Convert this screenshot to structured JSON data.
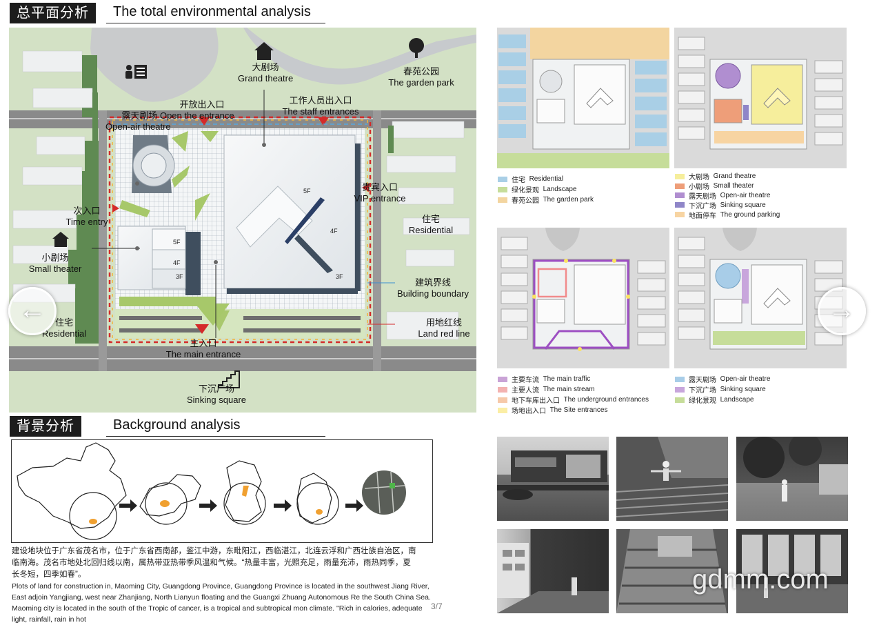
{
  "total_analysis": {
    "title_cn": "总平面分析",
    "title_en": "The total environmental analysis",
    "labels": {
      "grand_theatre_cn": "大剧场",
      "grand_theatre_en": "Grand theatre",
      "garden_park_cn": "春苑公园",
      "garden_park_en": "The garden park",
      "open_entrance_cn": "开放出入口",
      "open_air_cn": "露天剧场 Open the entrance",
      "open_air_en": "Open-air theatre",
      "staff_cn": "工作人员出入口",
      "staff_en": "The staff entrances",
      "vip_cn": "贵宾入口",
      "vip_en": "VIP entrance",
      "time_entry_cn": "次入口",
      "time_entry_en": "Time entry",
      "residential_right_cn": "住宅",
      "residential_right_en": "Residential",
      "small_theater_cn": "小剧场",
      "small_theater_en": "Small theater",
      "residential_left_cn": "住宅",
      "residential_left_en": "Residential",
      "building_boundary_cn": "建筑界线",
      "building_boundary_en": "Building boundary",
      "land_red_line_cn": "用地红线",
      "land_red_line_en": "Land red line",
      "main_entrance_cn": "主入口",
      "main_entrance_en": "The main entrance",
      "sinking_square_cn": "下沉广场",
      "sinking_square_en": "Sinking square",
      "floor_5f_a": "5F",
      "floor_4f_a": "4F",
      "floor_3f_a": "3F",
      "floor_5f_b": "5F",
      "floor_4f_b": "4F",
      "floor_3f_b": "3F"
    },
    "icons": [
      "people-list-icon",
      "house-icon",
      "tree-icon",
      "stairs-icon"
    ]
  },
  "legend_1": [
    {
      "cn": "住宅",
      "en": "Residential",
      "color": "#a9cfe6"
    },
    {
      "cn": "绿化景观",
      "en": "Landscape",
      "color": "#c6dd9a"
    },
    {
      "cn": "春苑公园",
      "en": "The garden park",
      "color": "#f3d5a0"
    }
  ],
  "legend_2": [
    {
      "cn": "大剧场",
      "en": "Grand theatre",
      "color": "#f6ee9c"
    },
    {
      "cn": "小剧场",
      "en": "Small theater",
      "color": "#ee9e79"
    },
    {
      "cn": "露天剧场",
      "en": "Open-air theatre",
      "color": "#b08ed0"
    },
    {
      "cn": "下沉广场",
      "en": "Sinking square",
      "color": "#8f86c8"
    },
    {
      "cn": "地面停车",
      "en": "The ground parking",
      "color": "#f7d4a2"
    }
  ],
  "legend_3": [
    {
      "cn": "主要车流",
      "en": "The main traffic",
      "color": "#c9a3d6"
    },
    {
      "cn": "主要人流",
      "en": "The main stream",
      "color": "#f3b2b0"
    },
    {
      "cn": "地下车库出入口",
      "en": "The underground entrances",
      "color": "#f6c9a9"
    },
    {
      "cn": "场地出入口",
      "en": "The Site entrances",
      "color": "#fbeea5"
    }
  ],
  "legend_4": [
    {
      "cn": "露天剧场",
      "en": "Open-air theatre",
      "color": "#a8cde8"
    },
    {
      "cn": "下沉广场",
      "en": "Sinking square",
      "color": "#c8a6dc"
    },
    {
      "cn": "绿化景观",
      "en": "Landscape",
      "color": "#c6dd9a"
    }
  ],
  "background": {
    "title_cn": "背景分析",
    "title_en": "Background analysis",
    "para_cn": "建设地块位于广东省茂名市，位于广东省西南部，鉴江中游，东毗阳江，西临湛江，北连云浮和广西壮族自治区，南临南海。茂名市地处北回归线以南，属热带亚热带季风温和气候。“热量丰富，光照充足，雨量充沛，雨热同季，夏长冬短，四季如春”。",
    "para_en": "Plots of land for construction in, Maoming City, Guangdong Province, Guangdong Province is located in the southwest Jiang River, East adjoin Yangjiang, west near Zhanjiang, North Lianyun floating and the Guangxi Zhuang Autonomous Re the South China Sea. Maoming city is located in the south of the Tropic of cancer, is a tropical and subtropical mon climate. \"Rich in calories, adequate light, rainfall, rain in hot"
  },
  "page_number": "3/7",
  "watermark": "gdmm.com",
  "nav": {
    "prev_glyph": "←",
    "next_glyph": "→"
  },
  "colors": {
    "accent_red": "#d42a2a",
    "site_bg": "#d5e2c8",
    "building": "#f1f3f4"
  }
}
